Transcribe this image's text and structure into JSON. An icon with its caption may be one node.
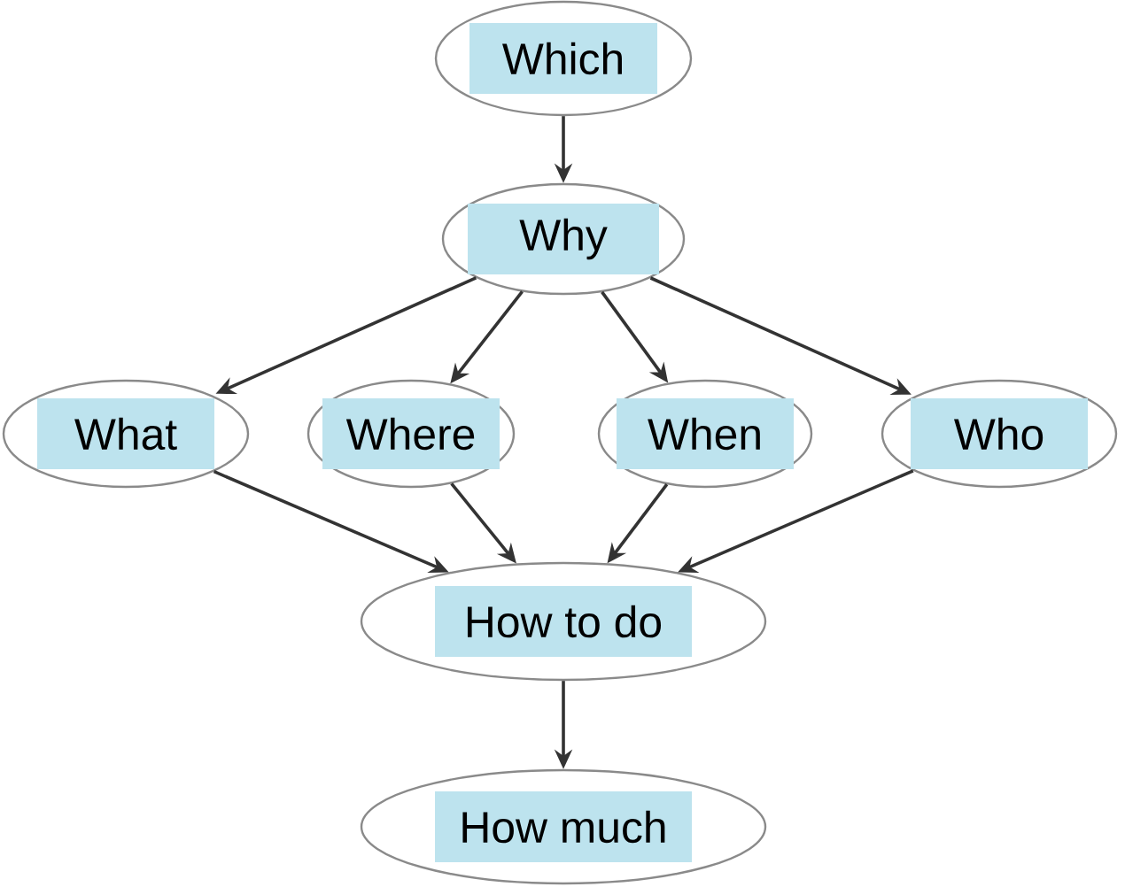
{
  "diagram": {
    "nodes": [
      {
        "text": [
          "Which"
        ]
      },
      {
        "text": [
          "Why"
        ]
      },
      {
        "text": [
          "What"
        ]
      },
      {
        "text": [
          "Where"
        ]
      },
      {
        "text": [
          "When"
        ]
      },
      {
        "text": [
          "Who"
        ]
      },
      {
        "text": [
          "How to do"
        ]
      },
      {
        "text": [
          "How much"
        ]
      }
    ],
    "edges": [
      {
        "from": 0,
        "to": 1,
        "arrow": "to"
      },
      {
        "from": 1,
        "to": 2,
        "arrow": "to"
      },
      {
        "from": 1,
        "to": 3,
        "arrow": "to"
      },
      {
        "from": 1,
        "to": 4,
        "arrow": "to"
      },
      {
        "from": 1,
        "to": 5,
        "arrow": "to"
      },
      {
        "from": 2,
        "to": 6,
        "arrow": "to"
      },
      {
        "from": 3,
        "to": 6,
        "arrow": "to"
      },
      {
        "from": 4,
        "to": 6,
        "arrow": "to"
      },
      {
        "from": 5,
        "to": 6,
        "arrow": "to"
      },
      {
        "from": 6,
        "to": 7,
        "arrow": "to"
      }
    ]
  }
}
